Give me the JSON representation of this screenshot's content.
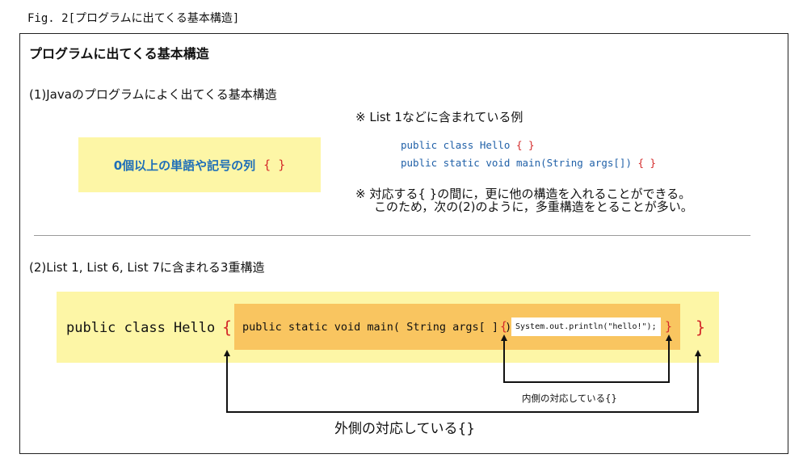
{
  "figure_label": "Fig. 2[プログラムに出てくる基本構造]",
  "main_title": "プログラムに出てくる基本構造",
  "section1": {
    "title": "(1)Javaのプログラムによく出てくる基本構造",
    "box_text": "0個以上の単語や記号の列",
    "box_braces": "{ }",
    "note_example": "※ List 1などに含まれている例",
    "code_line1": "public class Hello ",
    "code_line1_braces": "{  }",
    "code_line2": "public static void main(String args[]) ",
    "code_line2_braces": "{  }",
    "note_nest_line1": "※ 対応する{ }の間に，更に他の構造を入れることができる。",
    "note_nest_line2": "このため，次の(2)のように，多重構造をとることが多い。"
  },
  "section2": {
    "title": "(2)List 1, List 6, List 7に含まれる3重構造",
    "outer_code": "public class Hello",
    "outer_open": "{",
    "outer_close": "}",
    "middle_code": "public static void main( String args[ ] )",
    "middle_open": "{",
    "middle_close": "}",
    "inner_code": "System.out.println(\"hello!\");",
    "inner_caption": "内側の対応している{}",
    "outer_caption": "外側の対応している{}"
  },
  "colors": {
    "outer_fill": "#fdf6a6",
    "middle_fill": "#f9c560",
    "brace_red": "#d42a2a",
    "code_blue": "#2161a8"
  }
}
